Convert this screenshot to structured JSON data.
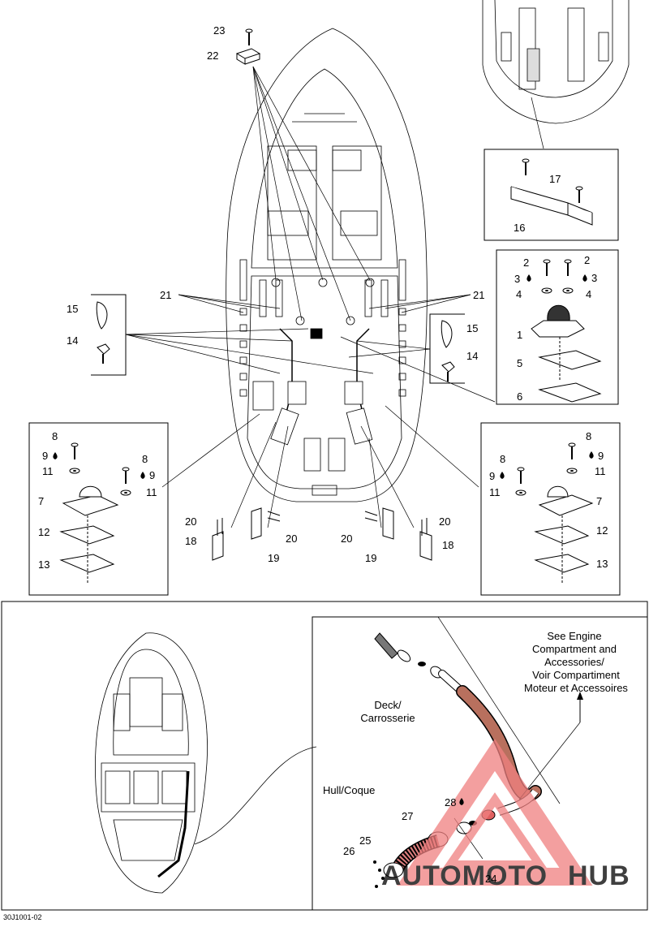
{
  "diagram_id": "30J1001-02",
  "callouts": {
    "engine_ref_lines": [
      "See Engine",
      "Compartment and",
      "Accessories/",
      "Voir Compartiment",
      "Moteur et Accessoires"
    ],
    "deck": [
      "Deck/",
      "Carrosserie"
    ],
    "hull": "Hull/Coque"
  },
  "watermark": {
    "brand_part1": "AUTOMOTO",
    "brand_part2": "HUB",
    "color_primary": "#f08080",
    "color_secondary": "#888888"
  },
  "parts": {
    "p1": "1",
    "p2": "2",
    "p3": "3",
    "p4": "4",
    "p5": "5",
    "p6": "6",
    "p7": "7",
    "p8": "8",
    "p9": "9",
    "p11": "11",
    "p12": "12",
    "p13": "13",
    "p14": "14",
    "p15": "15",
    "p16": "16",
    "p17": "17",
    "p18": "18",
    "p19": "19",
    "p20": "20",
    "p21": "21",
    "p22": "22",
    "p23": "23",
    "p24": "24",
    "p25": "25",
    "p26": "26",
    "p27": "27",
    "p28": "28"
  }
}
